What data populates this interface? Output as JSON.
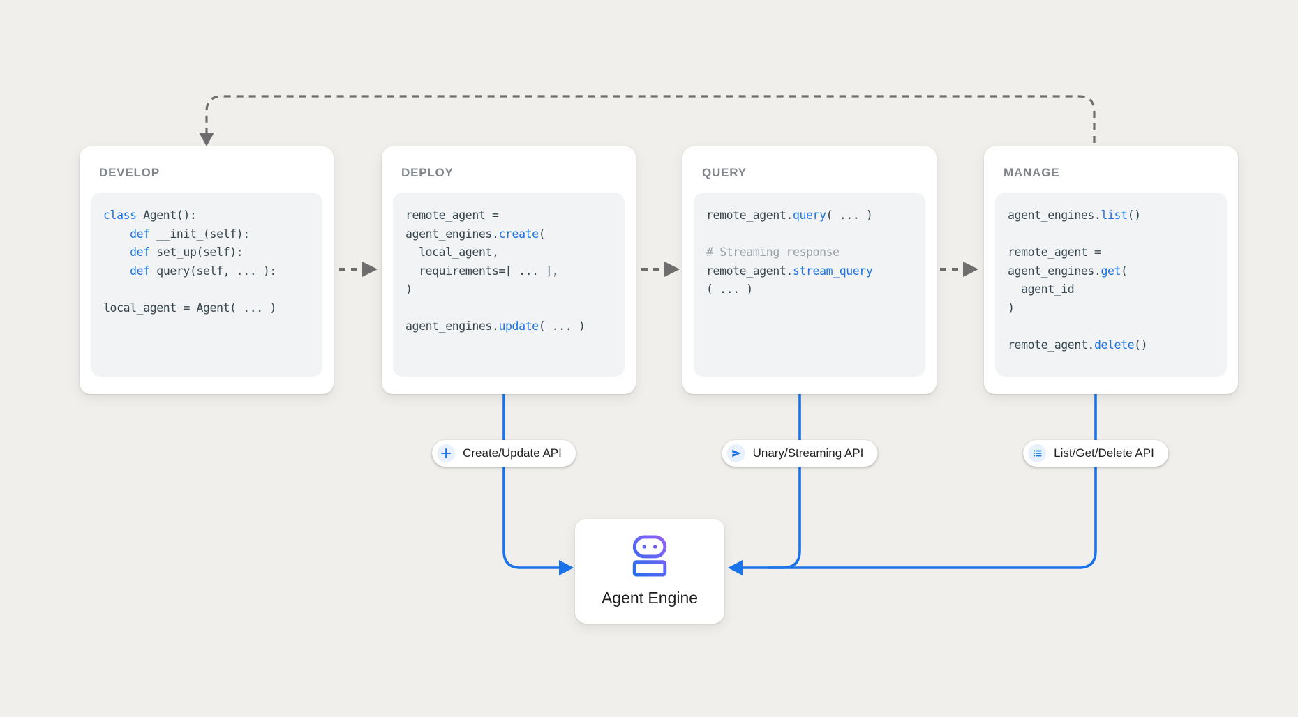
{
  "colors": {
    "background": "#f1efeb",
    "accent_blue": "#1a73e8",
    "code_text": "#37474f",
    "comment_gray": "#9aa0a6",
    "title_gray": "#80868b",
    "arrow_gray": "#6e6e6e",
    "code_bg": "#f1f3f4",
    "icon_gradient_start": "#1f6ff0",
    "icon_gradient_end": "#9f5cf7"
  },
  "cards": [
    {
      "title": "DEVELOP",
      "code": [
        [
          {
            "t": "class ",
            "k": "kw"
          },
          {
            "t": "Agent():"
          }
        ],
        [
          {
            "t": "    "
          },
          {
            "t": "def ",
            "k": "kw"
          },
          {
            "t": "__init_(self):"
          }
        ],
        [
          {
            "t": "    "
          },
          {
            "t": "def ",
            "k": "kw"
          },
          {
            "t": "set_up(self):"
          }
        ],
        [
          {
            "t": "    "
          },
          {
            "t": "def ",
            "k": "kw"
          },
          {
            "t": "query(self, ... ):"
          }
        ],
        [],
        [
          {
            "t": "local_agent = Agent( ... )"
          }
        ]
      ]
    },
    {
      "title": "DEPLOY",
      "code": [
        [
          {
            "t": "remote_agent ="
          }
        ],
        [
          {
            "t": "agent_engines."
          },
          {
            "t": "create",
            "k": "kw"
          },
          {
            "t": "("
          }
        ],
        [
          {
            "t": "  local_agent,"
          }
        ],
        [
          {
            "t": "  requirements=[ ... ],"
          }
        ],
        [
          {
            "t": ")"
          }
        ],
        [],
        [
          {
            "t": "agent_engines."
          },
          {
            "t": "update",
            "k": "kw"
          },
          {
            "t": "( ... )"
          }
        ]
      ]
    },
    {
      "title": "QUERY",
      "code": [
        [
          {
            "t": "remote_agent."
          },
          {
            "t": "query",
            "k": "kw"
          },
          {
            "t": "( ... )"
          }
        ],
        [],
        [
          {
            "t": "# Streaming response",
            "k": "cm"
          }
        ],
        [
          {
            "t": "remote_agent."
          },
          {
            "t": "stream_query",
            "k": "kw"
          }
        ],
        [
          {
            "t": "( ... )"
          }
        ]
      ]
    },
    {
      "title": "MANAGE",
      "code": [
        [
          {
            "t": "agent_engines."
          },
          {
            "t": "list",
            "k": "kw"
          },
          {
            "t": "()"
          }
        ],
        [],
        [
          {
            "t": "remote_agent ="
          }
        ],
        [
          {
            "t": "agent_engines."
          },
          {
            "t": "get",
            "k": "kw"
          },
          {
            "t": "("
          }
        ],
        [
          {
            "t": "  agent_id"
          }
        ],
        [
          {
            "t": ")"
          }
        ],
        [],
        [
          {
            "t": "remote_agent."
          },
          {
            "t": "delete",
            "k": "kw"
          },
          {
            "t": "()"
          }
        ]
      ]
    }
  ],
  "badges": [
    {
      "label": "Create/Update API",
      "icon": "plus-icon"
    },
    {
      "label": "Unary/Streaming API",
      "icon": "send-icon"
    },
    {
      "label": "List/Get/Delete API",
      "icon": "list-icon"
    }
  ],
  "engine": {
    "label": "Agent Engine",
    "icon": "robot-icon"
  }
}
